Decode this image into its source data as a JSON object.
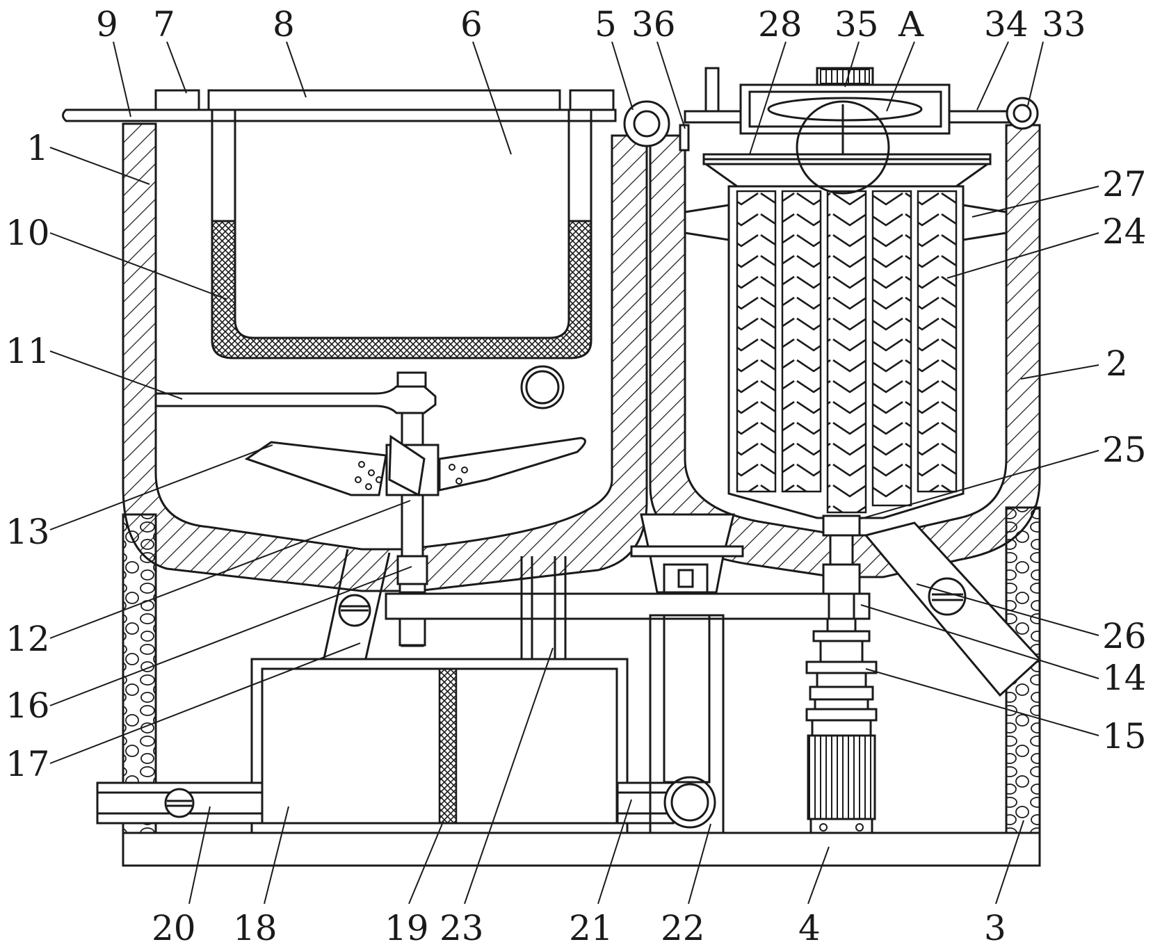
{
  "labels": {
    "l9": "9",
    "l7": "7",
    "l8": "8",
    "l6": "6",
    "l5": "5",
    "l36": "36",
    "l28": "28",
    "l35": "35",
    "lA": "A",
    "l34": "34",
    "l33": "33",
    "l1": "1",
    "l10": "10",
    "l11": "11",
    "l13": "13",
    "l12": "12",
    "l16": "16",
    "l17": "17",
    "l27": "27",
    "l24": "24",
    "l2": "2",
    "l25": "25",
    "l26": "26",
    "l14": "14",
    "l15": "15",
    "l20": "20",
    "l18": "18",
    "l19": "19",
    "l23": "23",
    "l21": "21",
    "l22": "22",
    "l4": "4",
    "l3": "3"
  },
  "colors": {
    "line": "#1a1a1a",
    "background": "#ffffff"
  }
}
